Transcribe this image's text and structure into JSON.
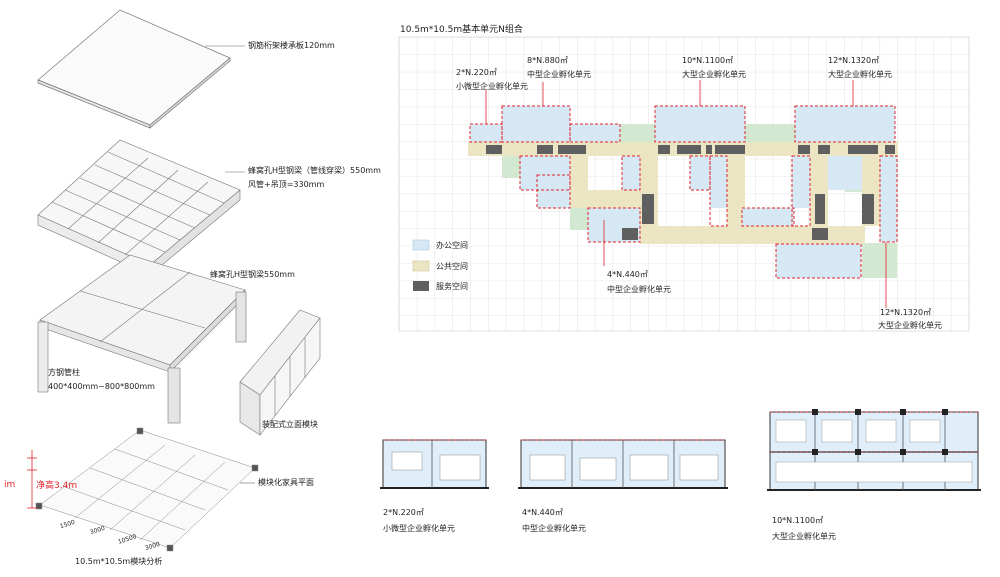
{
  "left": {
    "labels": {
      "slab": "钢筋桁架楼承板120mm",
      "beam_top_line1": "蜂窝孔H型钢梁（管线穿梁）550mm",
      "beam_top_line2": "风管+吊顶=330mm",
      "beam_mid": "蜂窝孔H型钢梁550mm",
      "column_line1": "方钢管柱",
      "column_line2": "400*400mm~800*800mm",
      "facade": "装配式立面模块",
      "furniture": "模块化家具平面",
      "caption": "10.5m*10.5m模块分析",
      "dim_1m": "im",
      "dim_clear": "净高3.4m"
    },
    "dims": [
      "1500",
      "3000",
      "10500",
      "3000"
    ]
  },
  "grid_diagram": {
    "title": "10.5m*10.5m基本单元N组合",
    "annotations": [
      {
        "line1": "2*N.220㎡",
        "line2": "小微型企业孵化单元"
      },
      {
        "line1": "8*N.880㎡",
        "line2": "中型企业孵化单元"
      },
      {
        "line1": "10*N.1100㎡",
        "line2": "大型企业孵化单元"
      },
      {
        "line1": "12*N.1320㎡",
        "line2": "大型企业孵化单元"
      },
      {
        "line1": "4*N.440㎡",
        "line2": "中型企业孵化单元"
      },
      {
        "line1": "12*N.1320㎡",
        "line2": "大型企业孵化单元"
      }
    ],
    "legend": [
      {
        "label": "办公空间",
        "color": "#d7e8f5"
      },
      {
        "label": "公共空间",
        "color": "#ece5c3"
      },
      {
        "label": "服务空间",
        "color": "#5f5f5f"
      }
    ],
    "colors": {
      "green": "#d3e8d1",
      "red_outline": "#e0242b"
    }
  },
  "sections": [
    {
      "line1": "2*N.220㎡",
      "line2": "小微型企业孵化单元"
    },
    {
      "line1": "4*N.440㎡",
      "line2": "中型企业孵化单元"
    },
    {
      "line1": "10*N.1100㎡",
      "line2": "大型企业孵化单元"
    }
  ]
}
